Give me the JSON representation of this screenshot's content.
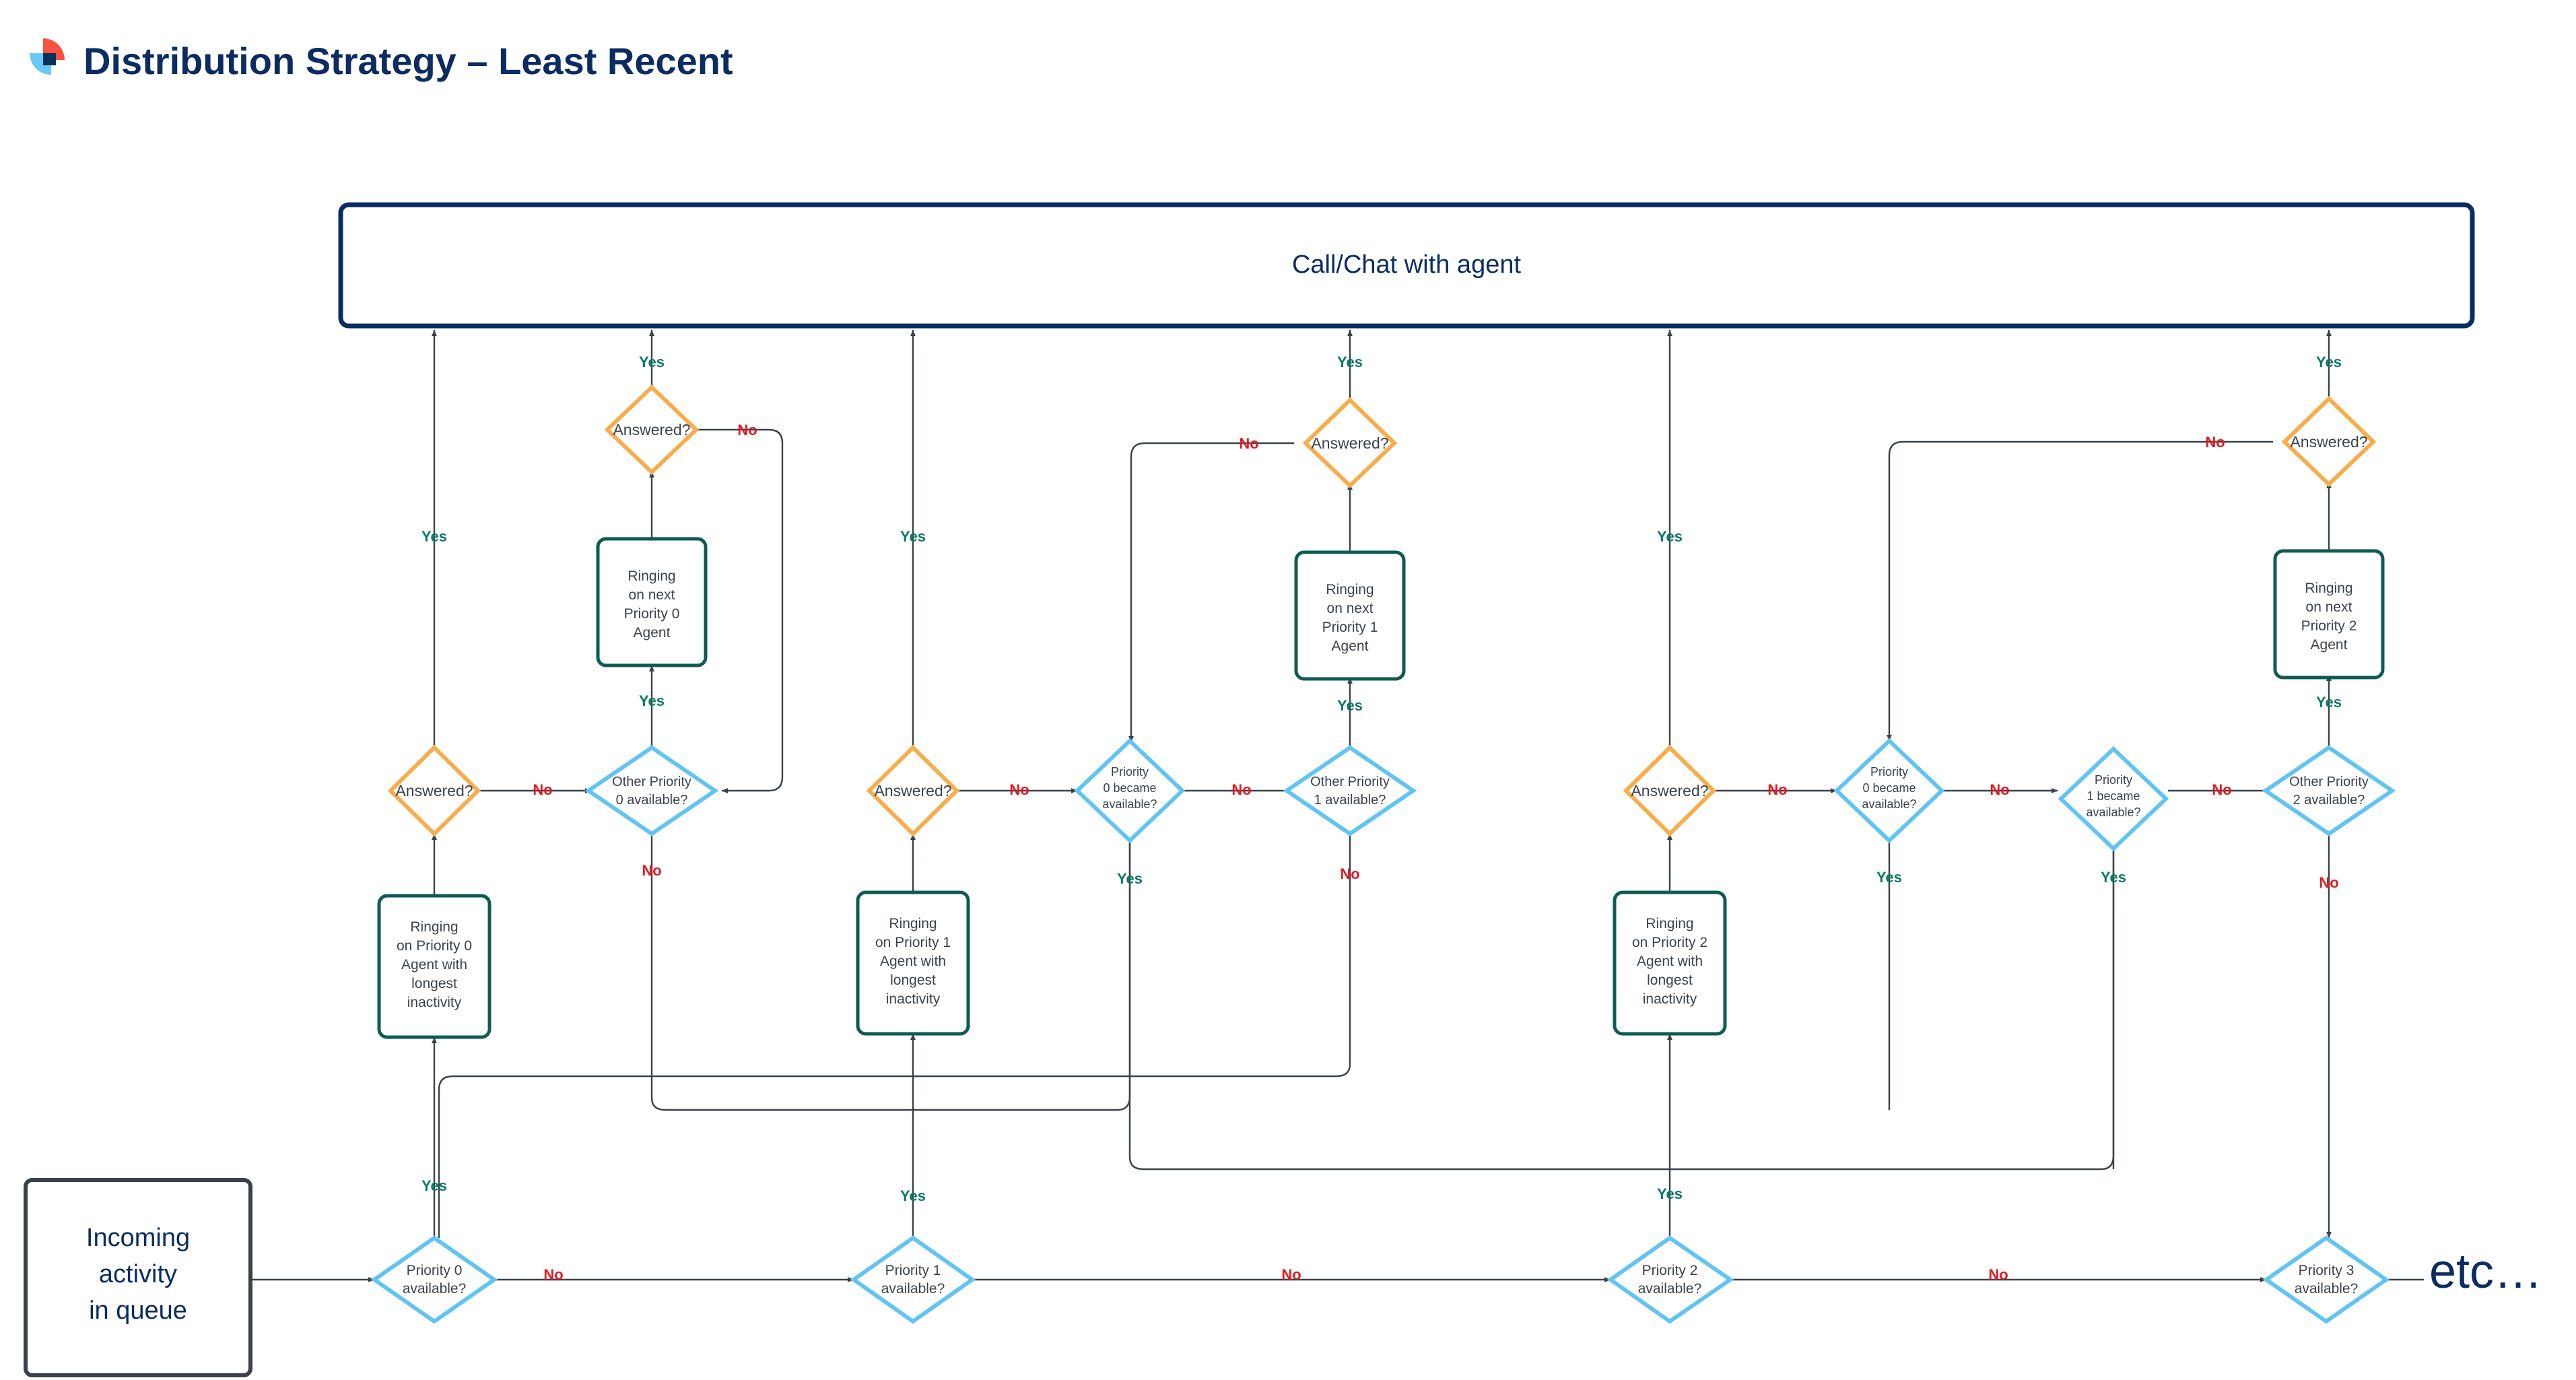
{
  "header": {
    "title": "Distribution Strategy – Least Recent",
    "logo_name": "brand-logo",
    "logo_colors": {
      "red": "#f9523e",
      "light_blue": "#6ac9f5",
      "navy": "#06305e"
    },
    "title_color": "#0b2c62"
  },
  "palette": {
    "terminal_border": "#0b2c62",
    "terminal_text": "#0b2c62",
    "start_border": "#39414a",
    "start_text": "#0b2c62",
    "decision_orange": "#f8ad4b",
    "decision_blue": "#62c4f2",
    "process_teal": "#0e5b55",
    "node_text": "#3b4249",
    "edge": "#39414a",
    "yes": "#0a7a65",
    "no": "#e01b22"
  },
  "diagram": {
    "type": "flowchart",
    "terminal": {
      "id": "call-chat-with-agent",
      "label": "Call/Chat with agent"
    },
    "start": {
      "id": "incoming-activity-in-queue",
      "label": "Incoming\nactivity\nin queue",
      "lines": [
        "Incoming",
        "activity",
        "in queue"
      ]
    },
    "etc": {
      "id": "etc-ellipsis",
      "label": "etc…"
    },
    "nodes": [
      {
        "id": "priority-0-available",
        "shape": "decision",
        "color": "blue",
        "lines": [
          "Priority 0",
          "available?"
        ]
      },
      {
        "id": "priority-1-available",
        "shape": "decision",
        "color": "blue",
        "lines": [
          "Priority 1",
          "available?"
        ]
      },
      {
        "id": "priority-2-available",
        "shape": "decision",
        "color": "blue",
        "lines": [
          "Priority 2",
          "available?"
        ]
      },
      {
        "id": "priority-3-available",
        "shape": "decision",
        "color": "blue",
        "lines": [
          "Priority 3",
          "available?"
        ]
      },
      {
        "id": "ringing-priority-0-longest-inactivity",
        "shape": "process",
        "color": "teal",
        "lines": [
          "Ringing",
          "on Priority 0",
          "Agent with",
          "longest",
          "inactivity"
        ]
      },
      {
        "id": "ringing-priority-1-longest-inactivity",
        "shape": "process",
        "color": "teal",
        "lines": [
          "Ringing",
          "on Priority 1",
          "Agent with",
          "longest",
          "inactivity"
        ]
      },
      {
        "id": "ringing-priority-2-longest-inactivity",
        "shape": "process",
        "color": "teal",
        "lines": [
          "Ringing",
          "on Priority 2",
          "Agent with",
          "longest",
          "inactivity"
        ]
      },
      {
        "id": "answered-col0-lower",
        "shape": "decision",
        "color": "orange",
        "lines": [
          "Answered?"
        ]
      },
      {
        "id": "answered-col1-lower",
        "shape": "decision",
        "color": "orange",
        "lines": [
          "Answered?"
        ]
      },
      {
        "id": "answered-col2-lower",
        "shape": "decision",
        "color": "orange",
        "lines": [
          "Answered?"
        ]
      },
      {
        "id": "other-priority-0-available",
        "shape": "decision",
        "color": "blue",
        "lines": [
          "Other Priority",
          "0 available?"
        ]
      },
      {
        "id": "other-priority-1-available",
        "shape": "decision",
        "color": "blue",
        "lines": [
          "Other Priority",
          "1 available?"
        ]
      },
      {
        "id": "other-priority-2-available",
        "shape": "decision",
        "color": "blue",
        "lines": [
          "Other Priority",
          "2 available?"
        ]
      },
      {
        "id": "priority-0-became-available-col1",
        "shape": "decision",
        "color": "blue",
        "lines": [
          "Priority",
          "0 became",
          "available?"
        ]
      },
      {
        "id": "priority-0-became-available-col2",
        "shape": "decision",
        "color": "blue",
        "lines": [
          "Priority",
          "0 became",
          "available?"
        ]
      },
      {
        "id": "priority-1-became-available-col2",
        "shape": "decision",
        "color": "blue",
        "lines": [
          "Priority",
          "1 became",
          "available?"
        ]
      },
      {
        "id": "ringing-next-priority-0-agent",
        "shape": "process",
        "color": "teal",
        "lines": [
          "Ringing",
          "on next",
          "Priority 0",
          "Agent"
        ]
      },
      {
        "id": "ringing-next-priority-1-agent",
        "shape": "process",
        "color": "teal",
        "lines": [
          "Ringing",
          "on next",
          "Priority 1",
          "Agent"
        ]
      },
      {
        "id": "ringing-next-priority-2-agent",
        "shape": "process",
        "color": "teal",
        "lines": [
          "Ringing",
          "on next",
          "Priority 2",
          "Agent"
        ]
      },
      {
        "id": "answered-col0-upper",
        "shape": "decision",
        "color": "orange",
        "lines": [
          "Answered?"
        ]
      },
      {
        "id": "answered-col1-upper",
        "shape": "decision",
        "color": "orange",
        "lines": [
          "Answered?"
        ]
      },
      {
        "id": "answered-col2-upper",
        "shape": "decision",
        "color": "orange",
        "lines": [
          "Answered?"
        ]
      }
    ],
    "edge_labels": {
      "yes": "Yes",
      "no": "No"
    },
    "edge_label_instances": [
      {
        "id": "yes-p0-available",
        "text": "Yes"
      },
      {
        "id": "no-p0-available",
        "text": "No"
      },
      {
        "id": "yes-p1-available",
        "text": "Yes"
      },
      {
        "id": "no-p1-available",
        "text": "No"
      },
      {
        "id": "yes-p2-available",
        "text": "Yes"
      },
      {
        "id": "no-p2-available",
        "text": "No"
      },
      {
        "id": "yes-answered-col0-lower",
        "text": "Yes"
      },
      {
        "id": "no-answered-col0-lower",
        "text": "No"
      },
      {
        "id": "yes-answered-col1-lower",
        "text": "Yes"
      },
      {
        "id": "no-answered-col1-lower",
        "text": "No"
      },
      {
        "id": "yes-answered-col2-lower",
        "text": "Yes"
      },
      {
        "id": "no-answered-col2-lower",
        "text": "No"
      },
      {
        "id": "yes-other-priority-0",
        "text": "Yes"
      },
      {
        "id": "no-other-priority-0",
        "text": "No"
      },
      {
        "id": "yes-other-priority-1",
        "text": "Yes"
      },
      {
        "id": "no-other-priority-1",
        "text": "No"
      },
      {
        "id": "yes-other-priority-2",
        "text": "Yes"
      },
      {
        "id": "no-other-priority-2",
        "text": "No"
      },
      {
        "id": "yes-answered-col0-upper",
        "text": "Yes"
      },
      {
        "id": "no-answered-col0-upper",
        "text": "No"
      },
      {
        "id": "yes-answered-col1-upper",
        "text": "Yes"
      },
      {
        "id": "no-answered-col1-upper",
        "text": "No"
      },
      {
        "id": "yes-answered-col2-upper",
        "text": "Yes"
      },
      {
        "id": "no-answered-col2-upper",
        "text": "No"
      },
      {
        "id": "yes-p0-became-col1",
        "text": "Yes"
      },
      {
        "id": "no-p0-became-col1",
        "text": "No"
      },
      {
        "id": "yes-p0-became-col2",
        "text": "Yes"
      },
      {
        "id": "no-p0-became-col2",
        "text": "No"
      },
      {
        "id": "yes-p1-became-col2",
        "text": "Yes"
      },
      {
        "id": "no-p1-became-col2",
        "text": "No"
      }
    ]
  }
}
